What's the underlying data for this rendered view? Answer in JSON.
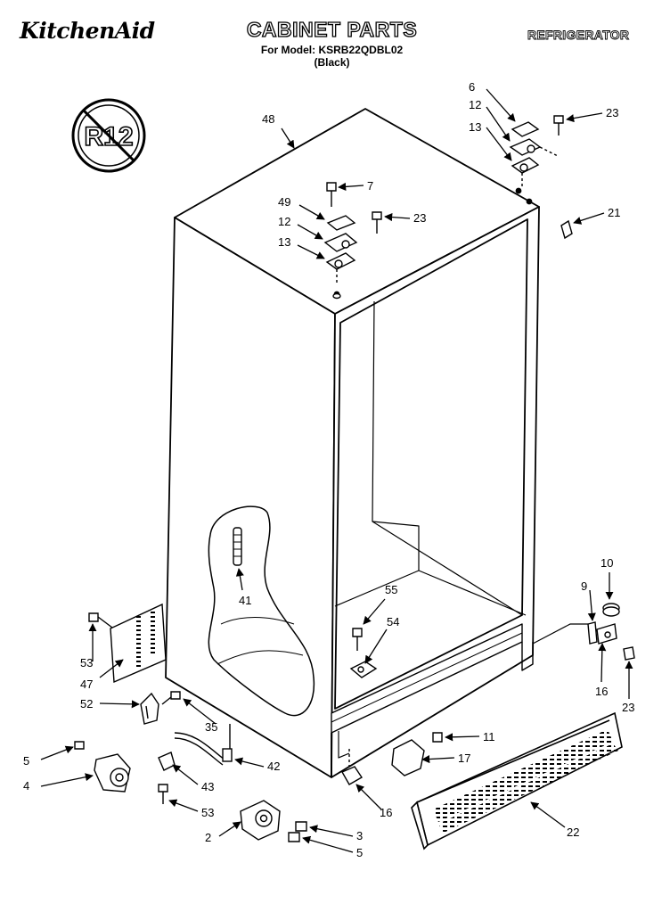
{
  "header": {
    "brand": "KitchenAid",
    "title": "CABINET PARTS",
    "model_line": "For Model: KSRB22QDBL02",
    "variant": "(Black)",
    "category": "REFRIGERATOR"
  },
  "badge": {
    "text": "R12"
  },
  "callouts": {
    "c48": "48",
    "c6": "6",
    "c12a": "12",
    "c13a": "13",
    "c23a": "23",
    "c7": "7",
    "c49": "49",
    "c12b": "12",
    "c13b": "13",
    "c23b": "23",
    "c21": "21",
    "c41": "41",
    "c55": "55",
    "c54": "54",
    "c10": "10",
    "c9": "9",
    "c16a": "16",
    "c23c": "23",
    "c53a": "53",
    "c47": "47",
    "c52": "52",
    "c35": "35",
    "c5a": "5",
    "c4": "4",
    "c42": "42",
    "c43": "43",
    "c53b": "53",
    "c11": "11",
    "c17": "17",
    "c16b": "16",
    "c22": "22",
    "c2": "2",
    "c3": "3",
    "c5b": "5"
  }
}
